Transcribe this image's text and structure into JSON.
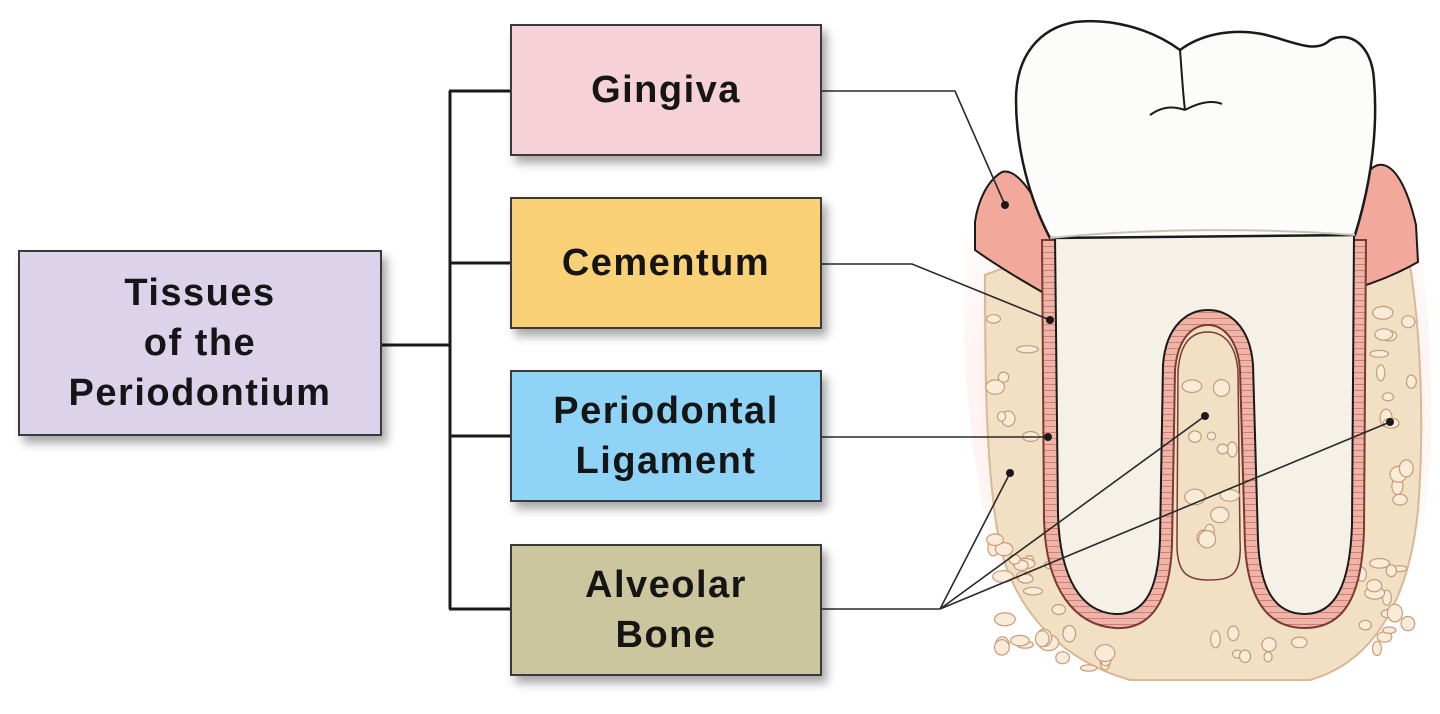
{
  "diagram": {
    "root": {
      "lines": [
        "Tissues",
        "of the",
        "Periodontium"
      ],
      "color": "#dcd2ea"
    },
    "items": [
      {
        "lines": [
          "Gingiva"
        ],
        "color": "#f6d2d8"
      },
      {
        "lines": [
          "Cementum"
        ],
        "color": "#fbd177"
      },
      {
        "lines": [
          "Periodontal",
          "Ligament"
        ],
        "color": "#8fd4f6"
      },
      {
        "lines": [
          "Alveolar",
          "Bone"
        ],
        "color": "#cbc69d"
      }
    ],
    "line_color": "#1a1a1a",
    "illustration": {
      "crown_color": "#fcfcfa",
      "gum_color": "#f2a89a",
      "bone_color": "#f1e0c4",
      "root_color": "#f5f1e6",
      "ligament_color": "#e8857a"
    }
  }
}
